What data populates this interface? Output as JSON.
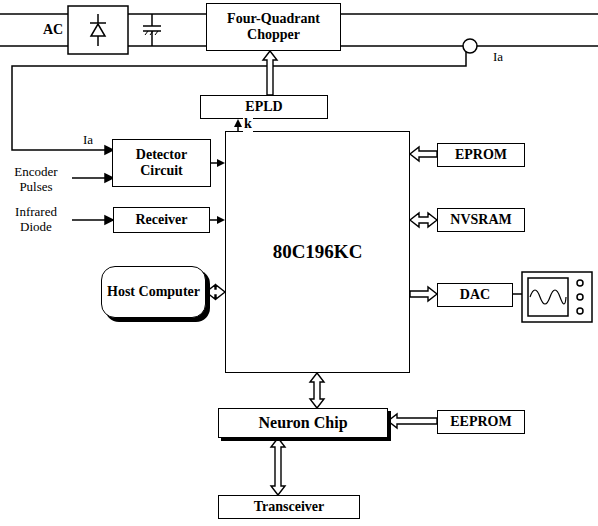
{
  "diagram": {
    "nodes": [
      {
        "text": [
          "Four-Quadrant Chopper"
        ]
      },
      {
        "text": [
          "EPLD"
        ]
      },
      {
        "text": [
          "Detector Circuit"
        ]
      },
      {
        "text": [
          "80C196KC"
        ]
      },
      {
        "text": [
          "EPROM"
        ]
      },
      {
        "text": [
          "Receiver"
        ]
      },
      {
        "text": [
          "NVSRAM"
        ]
      },
      {
        "text": [
          "Host Computer"
        ]
      },
      {
        "text": [
          "DAC"
        ]
      },
      {
        "text": [
          "Neuron Chip"
        ]
      },
      {
        "text": [
          "EEPROM"
        ]
      },
      {
        "text": [
          "Transceiver"
        ]
      }
    ],
    "edges": [
      {
        "from": 1,
        "to": 0,
        "arrow": "to"
      },
      {
        "from": 3,
        "to": 1,
        "arrow": "to",
        "label": "k"
      },
      {
        "from": 2,
        "to": 3,
        "arrow": "to"
      },
      {
        "from": 5,
        "to": 3,
        "arrow": "to"
      },
      {
        "from": 7,
        "to": 3,
        "arrow": "both"
      },
      {
        "from": 4,
        "to": 3,
        "arrow": "to"
      },
      {
        "from": 6,
        "to": 3,
        "arrow": "both"
      },
      {
        "from": 3,
        "to": 8,
        "arrow": "to"
      },
      {
        "from": 3,
        "to": 9,
        "arrow": "both"
      },
      {
        "from": 10,
        "to": 9,
        "arrow": "to"
      },
      {
        "from": 9,
        "to": 11,
        "arrow": "both"
      }
    ],
    "labels": [
      "AC",
      "Ia",
      "Ia",
      "Encoder Pulses",
      "Infrared Diode"
    ]
  }
}
